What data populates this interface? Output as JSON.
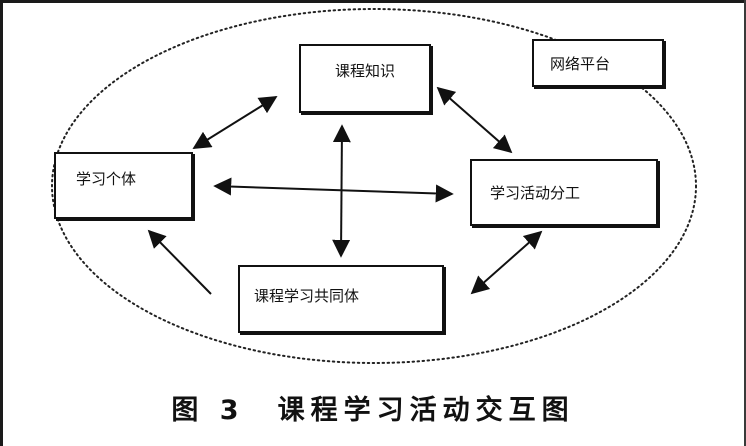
{
  "diagram": {
    "nodes": {
      "course_knowledge": "课程知识",
      "network_platform": "网络平台",
      "individual": "学习个体",
      "activity_division": "学习活动分工",
      "learning_community": "课程学习共同体"
    },
    "caption": "图 3　课程学习活动交互图",
    "boundary_style": "dotted-ellipse",
    "line_color": "#111111"
  }
}
